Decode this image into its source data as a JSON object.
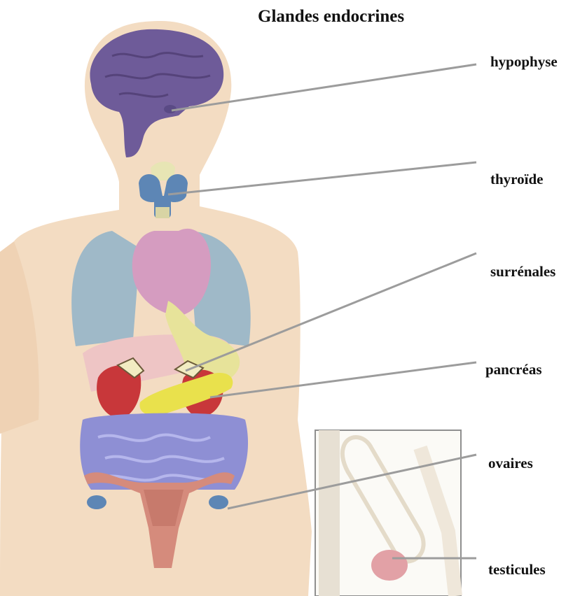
{
  "title": "Glandes endocrines",
  "labels": {
    "hypophyse": "hypophyse",
    "thyroide": "thyroïde",
    "surrenales": "surrénales",
    "pancreas": "pancréas",
    "ovaires": "ovaires",
    "testicules": "testicules"
  },
  "colors": {
    "skin": "#f3dcc2",
    "brain": "#6e5b99",
    "thyroid": "#5d86b5",
    "lungs": "#9fb9c8",
    "heart": "#d59cc0",
    "pancreas": "#e9e14c",
    "kidney": "#c8373a",
    "intestine": "#8e8fd4",
    "uterus": "#d58b7c",
    "leader_line": "#9c9c9c"
  }
}
